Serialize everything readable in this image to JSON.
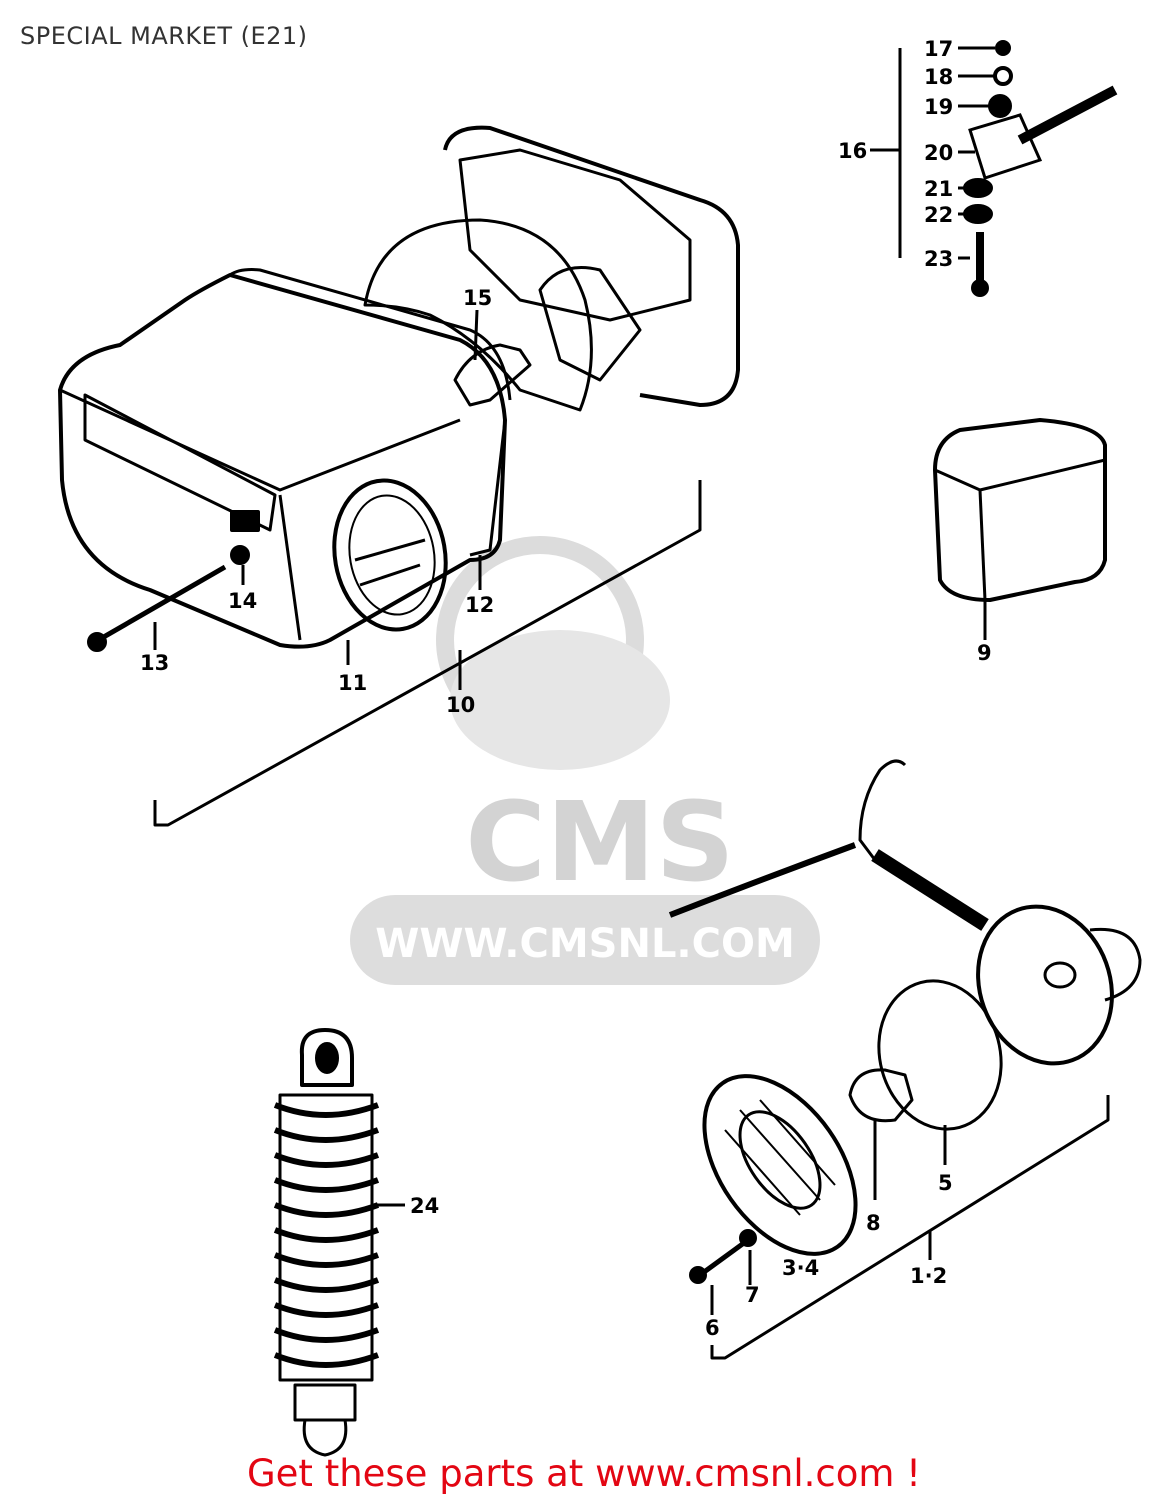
{
  "header": {
    "title": "SPECIAL MARKET (E21)"
  },
  "footer": {
    "link_text": "Get these parts at www.cmsnl.com !"
  },
  "watermark": {
    "brand": "CMS",
    "url": "WWW.CMSNL.COM"
  },
  "colors": {
    "link": "#e30613",
    "ink": "#000000",
    "watermark": "#d9d9d9"
  },
  "callouts": [
    "1·2",
    "3·4",
    "5",
    "6",
    "7",
    "8",
    "9",
    "10",
    "11",
    "12",
    "13",
    "14",
    "15",
    "16",
    "17",
    "18",
    "19",
    "20",
    "21",
    "22",
    "23",
    "24"
  ]
}
